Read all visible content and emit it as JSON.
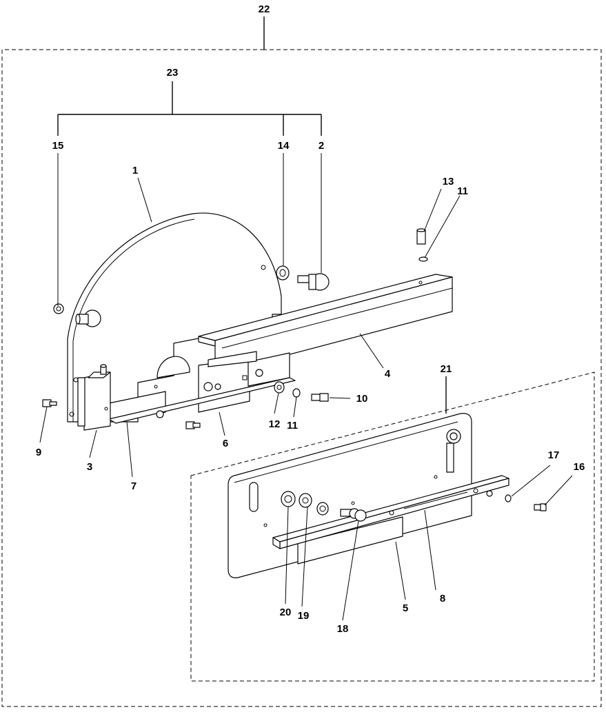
{
  "labels": {
    "assembly": "22",
    "subassembly": "23",
    "plate_assembly": "21",
    "p1": "1",
    "p2": "2",
    "p3": "3",
    "p4": "4",
    "p5": "5",
    "p6": "6",
    "p7": "7",
    "p8": "8",
    "p9": "9",
    "p10": "10",
    "p11a": "11",
    "p11b": "11",
    "p12": "12",
    "p13": "13",
    "p14": "14",
    "p15": "15",
    "p16": "16",
    "p17": "17",
    "p18": "18",
    "p19": "19",
    "p20": "20"
  }
}
